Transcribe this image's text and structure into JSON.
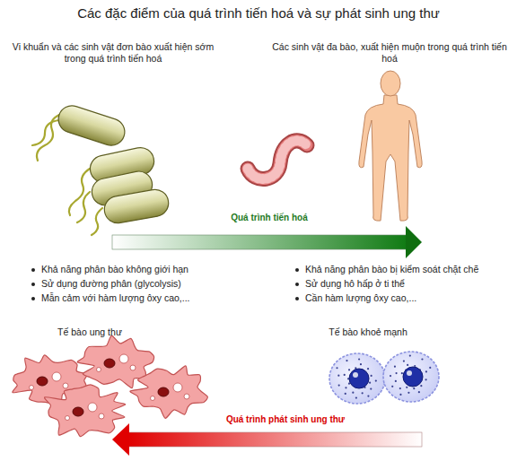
{
  "diagram": {
    "title": "Các đặc điểm của quá trình tiến hoá và sự phát sinh ung thư",
    "labels": [
      "Vi khuẩn và các sinh vật đơn bào xuất hiện sớm trong quá trình tiến hoá",
      "Các sinh vật đa bào, xuất hiện muộn trong quá trình tiến hoá",
      "Quá trình tiến hoá",
      "Khả năng phân bào không giới hạn",
      "Sử dụng đường phân (glycolysis)",
      "Mẫn cảm với hàm lượng ôxy cao,...",
      "Khả năng phân bào bị kiểm soát chặt chẽ",
      "Sử dụng hô hấp ở ti thể",
      "Cần hàm lượng ôxy cao,...",
      "Tế bào ung thư",
      "Tế bào khoẻ mạnh",
      "Quá trình phát sinh ung thư"
    ]
  }
}
